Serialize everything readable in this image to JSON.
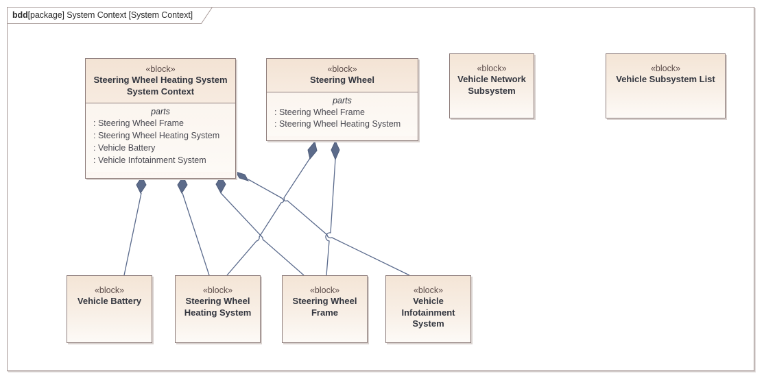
{
  "diagram": {
    "frame_label_kind": "bdd",
    "frame_label_rest": "[package] System Context [System Context]",
    "stereotype": "«block»",
    "parts_caption": "parts",
    "colors": {
      "block_fill_top": "#f4e5d7",
      "block_fill_bottom": "#fdf8f4",
      "block_border": "#8d7c7a",
      "frame_border": "#a89a98",
      "connector": "#5a6a8c",
      "diamond_fill": "#5c6b8a",
      "block_name_text": "#33363f",
      "stereotype_text": "#5b4b49"
    }
  },
  "blocks": [
    {
      "id": "swhs-context",
      "name": "Steering Wheel Heating System\nSystem Context",
      "name_lines": [
        "Steering Wheel Heating System",
        "System Context"
      ],
      "stereotype": "«block»",
      "compartment_caption": "parts",
      "parts": [
        ": Steering Wheel Frame",
        ": Steering Wheel Heating System",
        ": Vehicle Battery",
        ": Vehicle Infotainment System"
      ]
    },
    {
      "id": "steering-wheel",
      "name": "Steering Wheel",
      "name_lines": [
        "Steering Wheel"
      ],
      "stereotype": "«block»",
      "compartment_caption": "parts",
      "parts": [
        ": Steering Wheel Frame",
        ": Steering Wheel Heating System"
      ]
    },
    {
      "id": "vehicle-network-subsystem",
      "name": "Vehicle Network Subsystem",
      "name_lines": [
        "Vehicle Network",
        "Subsystem"
      ],
      "stereotype": "«block»",
      "parts": []
    },
    {
      "id": "vehicle-subsystem-list",
      "name": "Vehicle Subsystem List",
      "name_lines": [
        "Vehicle Subsystem List"
      ],
      "stereotype": "«block»",
      "parts": []
    },
    {
      "id": "vehicle-battery",
      "name": "Vehicle Battery",
      "name_lines": [
        "Vehicle Battery"
      ],
      "stereotype": "«block»",
      "parts": []
    },
    {
      "id": "swhs",
      "name": "Steering Wheel Heating System",
      "name_lines": [
        "Steering Wheel",
        "Heating System"
      ],
      "stereotype": "«block»",
      "parts": []
    },
    {
      "id": "sw-frame",
      "name": "Steering Wheel Frame",
      "name_lines": [
        "Steering Wheel",
        "Frame"
      ],
      "stereotype": "«block»",
      "parts": []
    },
    {
      "id": "vehicle-infotainment",
      "name": "Vehicle Infotainment System",
      "name_lines": [
        "Vehicle",
        "Infotainment",
        "System"
      ],
      "stereotype": "«block»",
      "parts": []
    }
  ],
  "relationships": [
    {
      "type": "composition",
      "whole": "swhs-context",
      "part": "vehicle-battery"
    },
    {
      "type": "composition",
      "whole": "swhs-context",
      "part": "swhs"
    },
    {
      "type": "composition",
      "whole": "swhs-context",
      "part": "sw-frame"
    },
    {
      "type": "composition",
      "whole": "swhs-context",
      "part": "vehicle-infotainment"
    },
    {
      "type": "composition",
      "whole": "steering-wheel",
      "part": "swhs"
    },
    {
      "type": "composition",
      "whole": "steering-wheel",
      "part": "sw-frame"
    }
  ]
}
